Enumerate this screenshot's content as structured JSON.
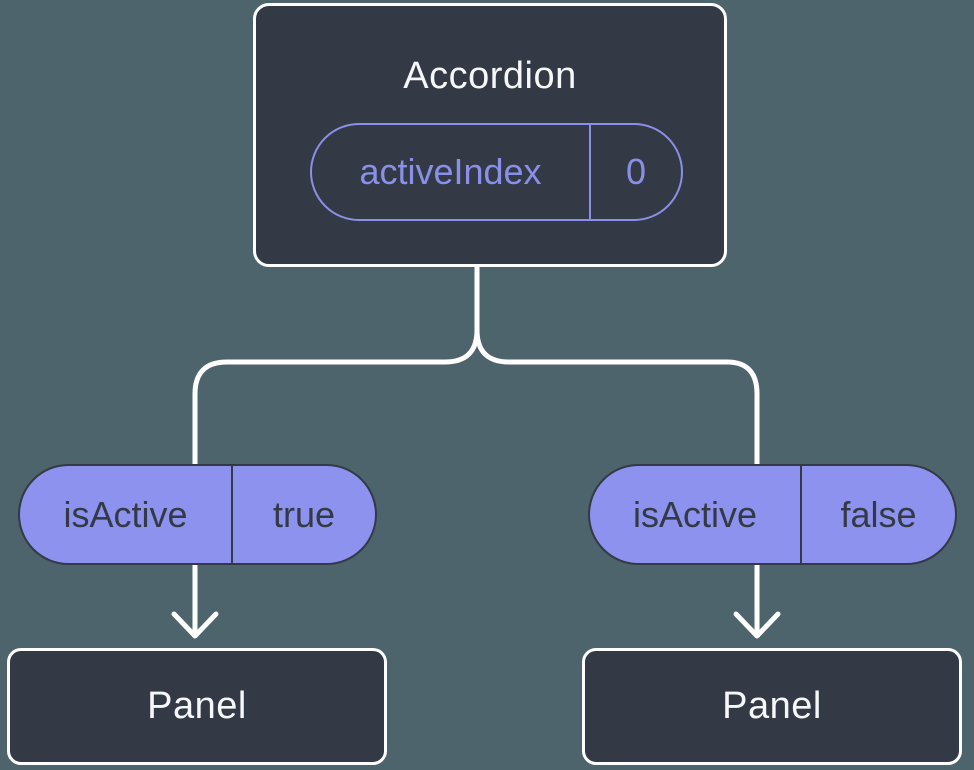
{
  "colors": {
    "canvas-bg": "#4d646c",
    "node-bg": "#333a45",
    "node-border": "#ffffff",
    "node-text": "#f6f7f9",
    "accent-purple": "#8a90e8",
    "pill-fill": "#8c92ee",
    "pill-text": "#333a45",
    "connector": "#ffffff"
  },
  "diagram": {
    "root_node": {
      "title": "Accordion",
      "state_pill": {
        "name": "activeIndex",
        "value": "0"
      }
    },
    "prop_pills": [
      {
        "name": "isActive",
        "value": "true"
      },
      {
        "name": "isActive",
        "value": "false"
      }
    ],
    "child_nodes": [
      {
        "title": "Panel"
      },
      {
        "title": "Panel"
      }
    ]
  }
}
